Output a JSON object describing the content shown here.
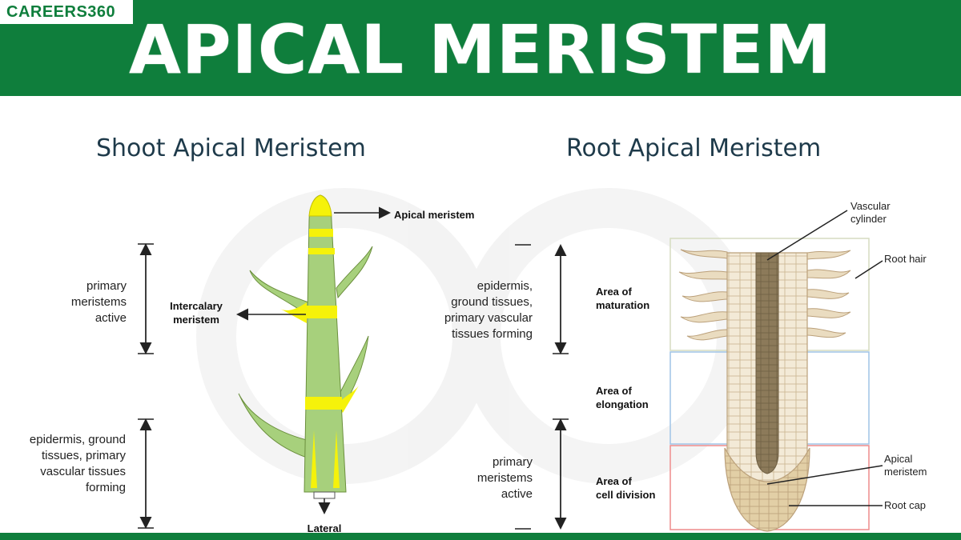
{
  "brand": {
    "logo": "CAREERS360"
  },
  "header": {
    "title": "APICAL MERISTEM"
  },
  "shoot": {
    "title": "Shoot Apical Meristem",
    "label_apical": "Apical meristem",
    "label_intercalary_1": "Intercalary",
    "label_intercalary_2": "meristem",
    "label_lateral": "Lateral",
    "range_top": [
      "primary",
      "meristems",
      "active"
    ],
    "range_bottom": [
      "epidermis, ground",
      "tissues, primary",
      "vascular tissues",
      "forming"
    ]
  },
  "root": {
    "title": "Root Apical Meristem",
    "label_vascular": [
      "Vascular",
      "cylinder"
    ],
    "label_root_hair": "Root hair",
    "label_apical": [
      "Apical",
      "meristem"
    ],
    "label_root_cap": "Root cap",
    "zone_maturation": [
      "Area of",
      "maturation"
    ],
    "zone_elongation": [
      "Area of",
      "elongation"
    ],
    "zone_division": [
      "Area of",
      "cell division"
    ],
    "range_top": [
      "epidermis,",
      "ground tissues,",
      "primary vascular",
      "tissues forming"
    ],
    "range_bottom": [
      "primary",
      "meristems",
      "active"
    ]
  },
  "colors": {
    "brand_green": "#0f7e3c",
    "stem_green": "#a7d07c",
    "meristem_yellow": "#f5f20a",
    "root_tan": "#eadcc0",
    "vascular_brown": "#8c7a5a",
    "box_maturation": "#d5dcc0",
    "box_elongation": "#9fc3e6",
    "box_division": "#ee8b8b"
  }
}
